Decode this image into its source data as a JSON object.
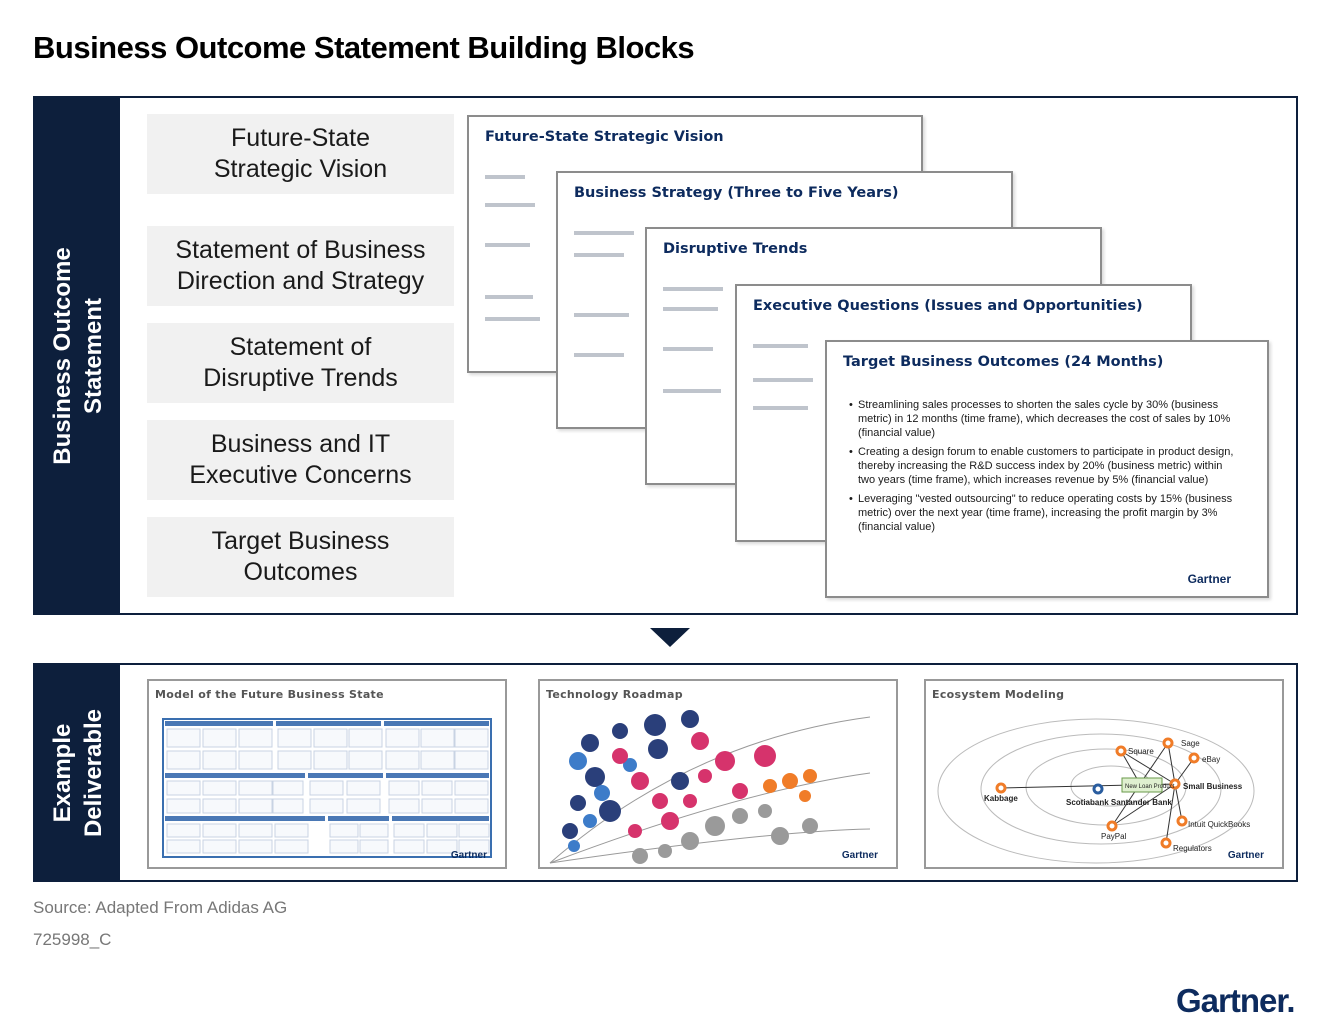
{
  "title": "Business Outcome Statement Building Blocks",
  "top_panel": {
    "side_label_line1": "Business Outcome",
    "side_label_line2": "Statement",
    "blocks": [
      "Future-State\nStrategic Vision",
      "Statement of Business\nDirection and Strategy",
      "Statement of\nDisruptive Trends",
      "Business and IT\nExecutive Concerns",
      "Target Business\nOutcomes"
    ],
    "cards": [
      {
        "title": "Future-State Strategic Vision"
      },
      {
        "title": "Business Strategy (Three to Five Years)"
      },
      {
        "title": "Disruptive Trends"
      },
      {
        "title": "Executive Questions (Issues and Opportunities)"
      },
      {
        "title": "Target Business Outcomes (24 Months)",
        "bullets": [
          "Streamlining sales processes to shorten the sales cycle by 30% (business metric) in 12 months (time frame), which decreases the cost of sales by 10% (financial value)",
          "Creating a design forum to enable customers to participate in product design, thereby increasing the R&D success index by 20% (business metric) within two years (time frame), which increases revenue by 5% (financial value)",
          "Leveraging \"vested outsourcing\" to reduce operating costs by 15% (business metric) over the next year (time frame), increasing the profit margin by 3% (financial value)"
        ],
        "logo": "Gartner"
      }
    ]
  },
  "bottom_panel": {
    "side_label_line1": "Example",
    "side_label_line2": "Deliverable",
    "deliverables": [
      {
        "title": "Model of the Future Business State",
        "logo": "Gartner"
      },
      {
        "title": "Technology Roadmap",
        "logo": "Gartner"
      },
      {
        "title": "Ecosystem Modeling",
        "logo": "Gartner",
        "nodes": [
          "Sage",
          "Square",
          "eBay",
          "Kabbage",
          "New Loan Product",
          "Small Business",
          "Scotiabank Santander Bank",
          "Intuit QuickBooks",
          "PayPal",
          "Regulators"
        ]
      }
    ]
  },
  "source": "Source: Adapted From Adidas AG",
  "doc_id": "725998_C",
  "brand": "Gartner."
}
